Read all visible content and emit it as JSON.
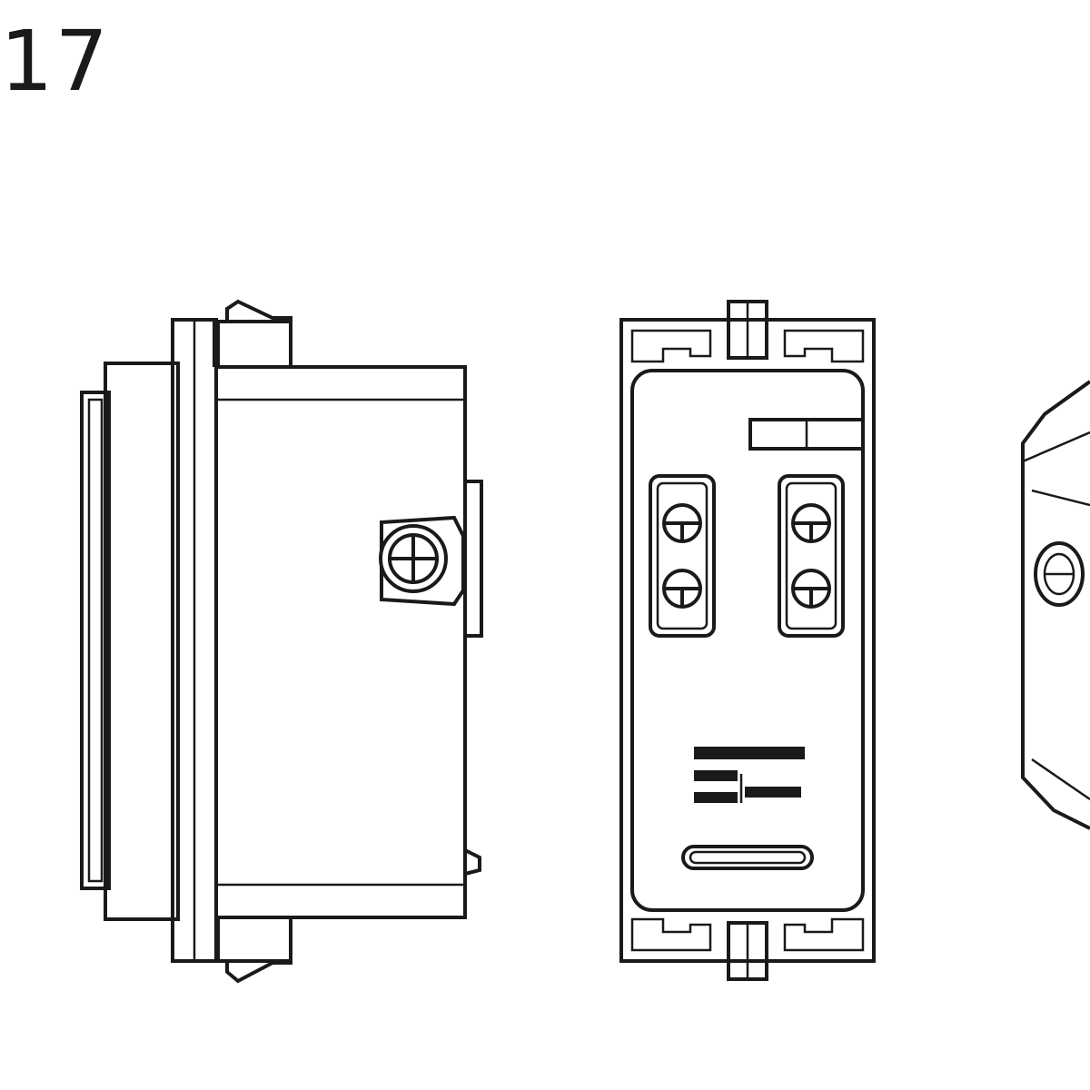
{
  "figure": {
    "number": "17"
  },
  "views": [
    {
      "name": "side-view"
    },
    {
      "name": "front-view"
    },
    {
      "name": "perspective-view-partial"
    }
  ],
  "colors": {
    "line": "#1a1a1a",
    "background": "#ffffff"
  }
}
